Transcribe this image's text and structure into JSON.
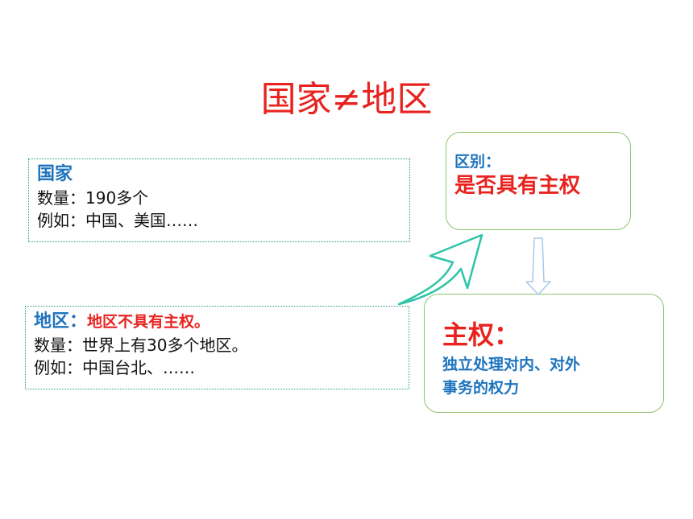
{
  "title": "国家≠地区",
  "country": {
    "heading": "国家",
    "count_line": "数量：190多个",
    "example_line": "例如：中国、美国……"
  },
  "region": {
    "heading": "地区：",
    "heading_note": "地区不具有主权。",
    "count_line": "数量：世界上有30多个地区。",
    "example_line": "例如：中国台北、……"
  },
  "difference": {
    "label": "区别：",
    "value": "是否具有主权"
  },
  "sovereignty": {
    "label": "主权：",
    "description_line1": "独立处理对内、对外",
    "description_line2": "事务的权力"
  },
  "colors": {
    "title": "#e8231f",
    "heading_blue": "#1e73be",
    "box_border": "#2a9d8f",
    "rounded_border": "#8cc66b",
    "curved_arrow": "#2ec4a8",
    "down_arrow": "#a8c8e8"
  }
}
